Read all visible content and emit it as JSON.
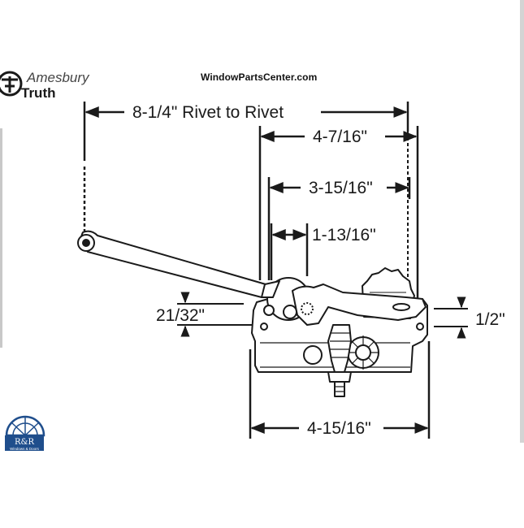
{
  "brand": {
    "line1": "Amesbury",
    "line2": "Truth"
  },
  "site": "WindowPartsCenter.com",
  "dimensions": {
    "rivet_to_rivet": "8-1/4\" Rivet to Rivet",
    "d_4_7_16": "4-7/16\"",
    "d_3_15_16": "3-15/16\"",
    "d_1_13_16": "1-13/16\"",
    "d_21_32": "21/32\"",
    "d_1_2": "1/2\"",
    "d_4_15_16": "4-15/16\""
  },
  "dealer_logo": {
    "initials": "R&R",
    "tagline": "Windows & Doors"
  },
  "colors": {
    "line": "#1a1a1a",
    "dealer_blue": "#1f4e8c",
    "side_tab": "#c8c8c8"
  }
}
